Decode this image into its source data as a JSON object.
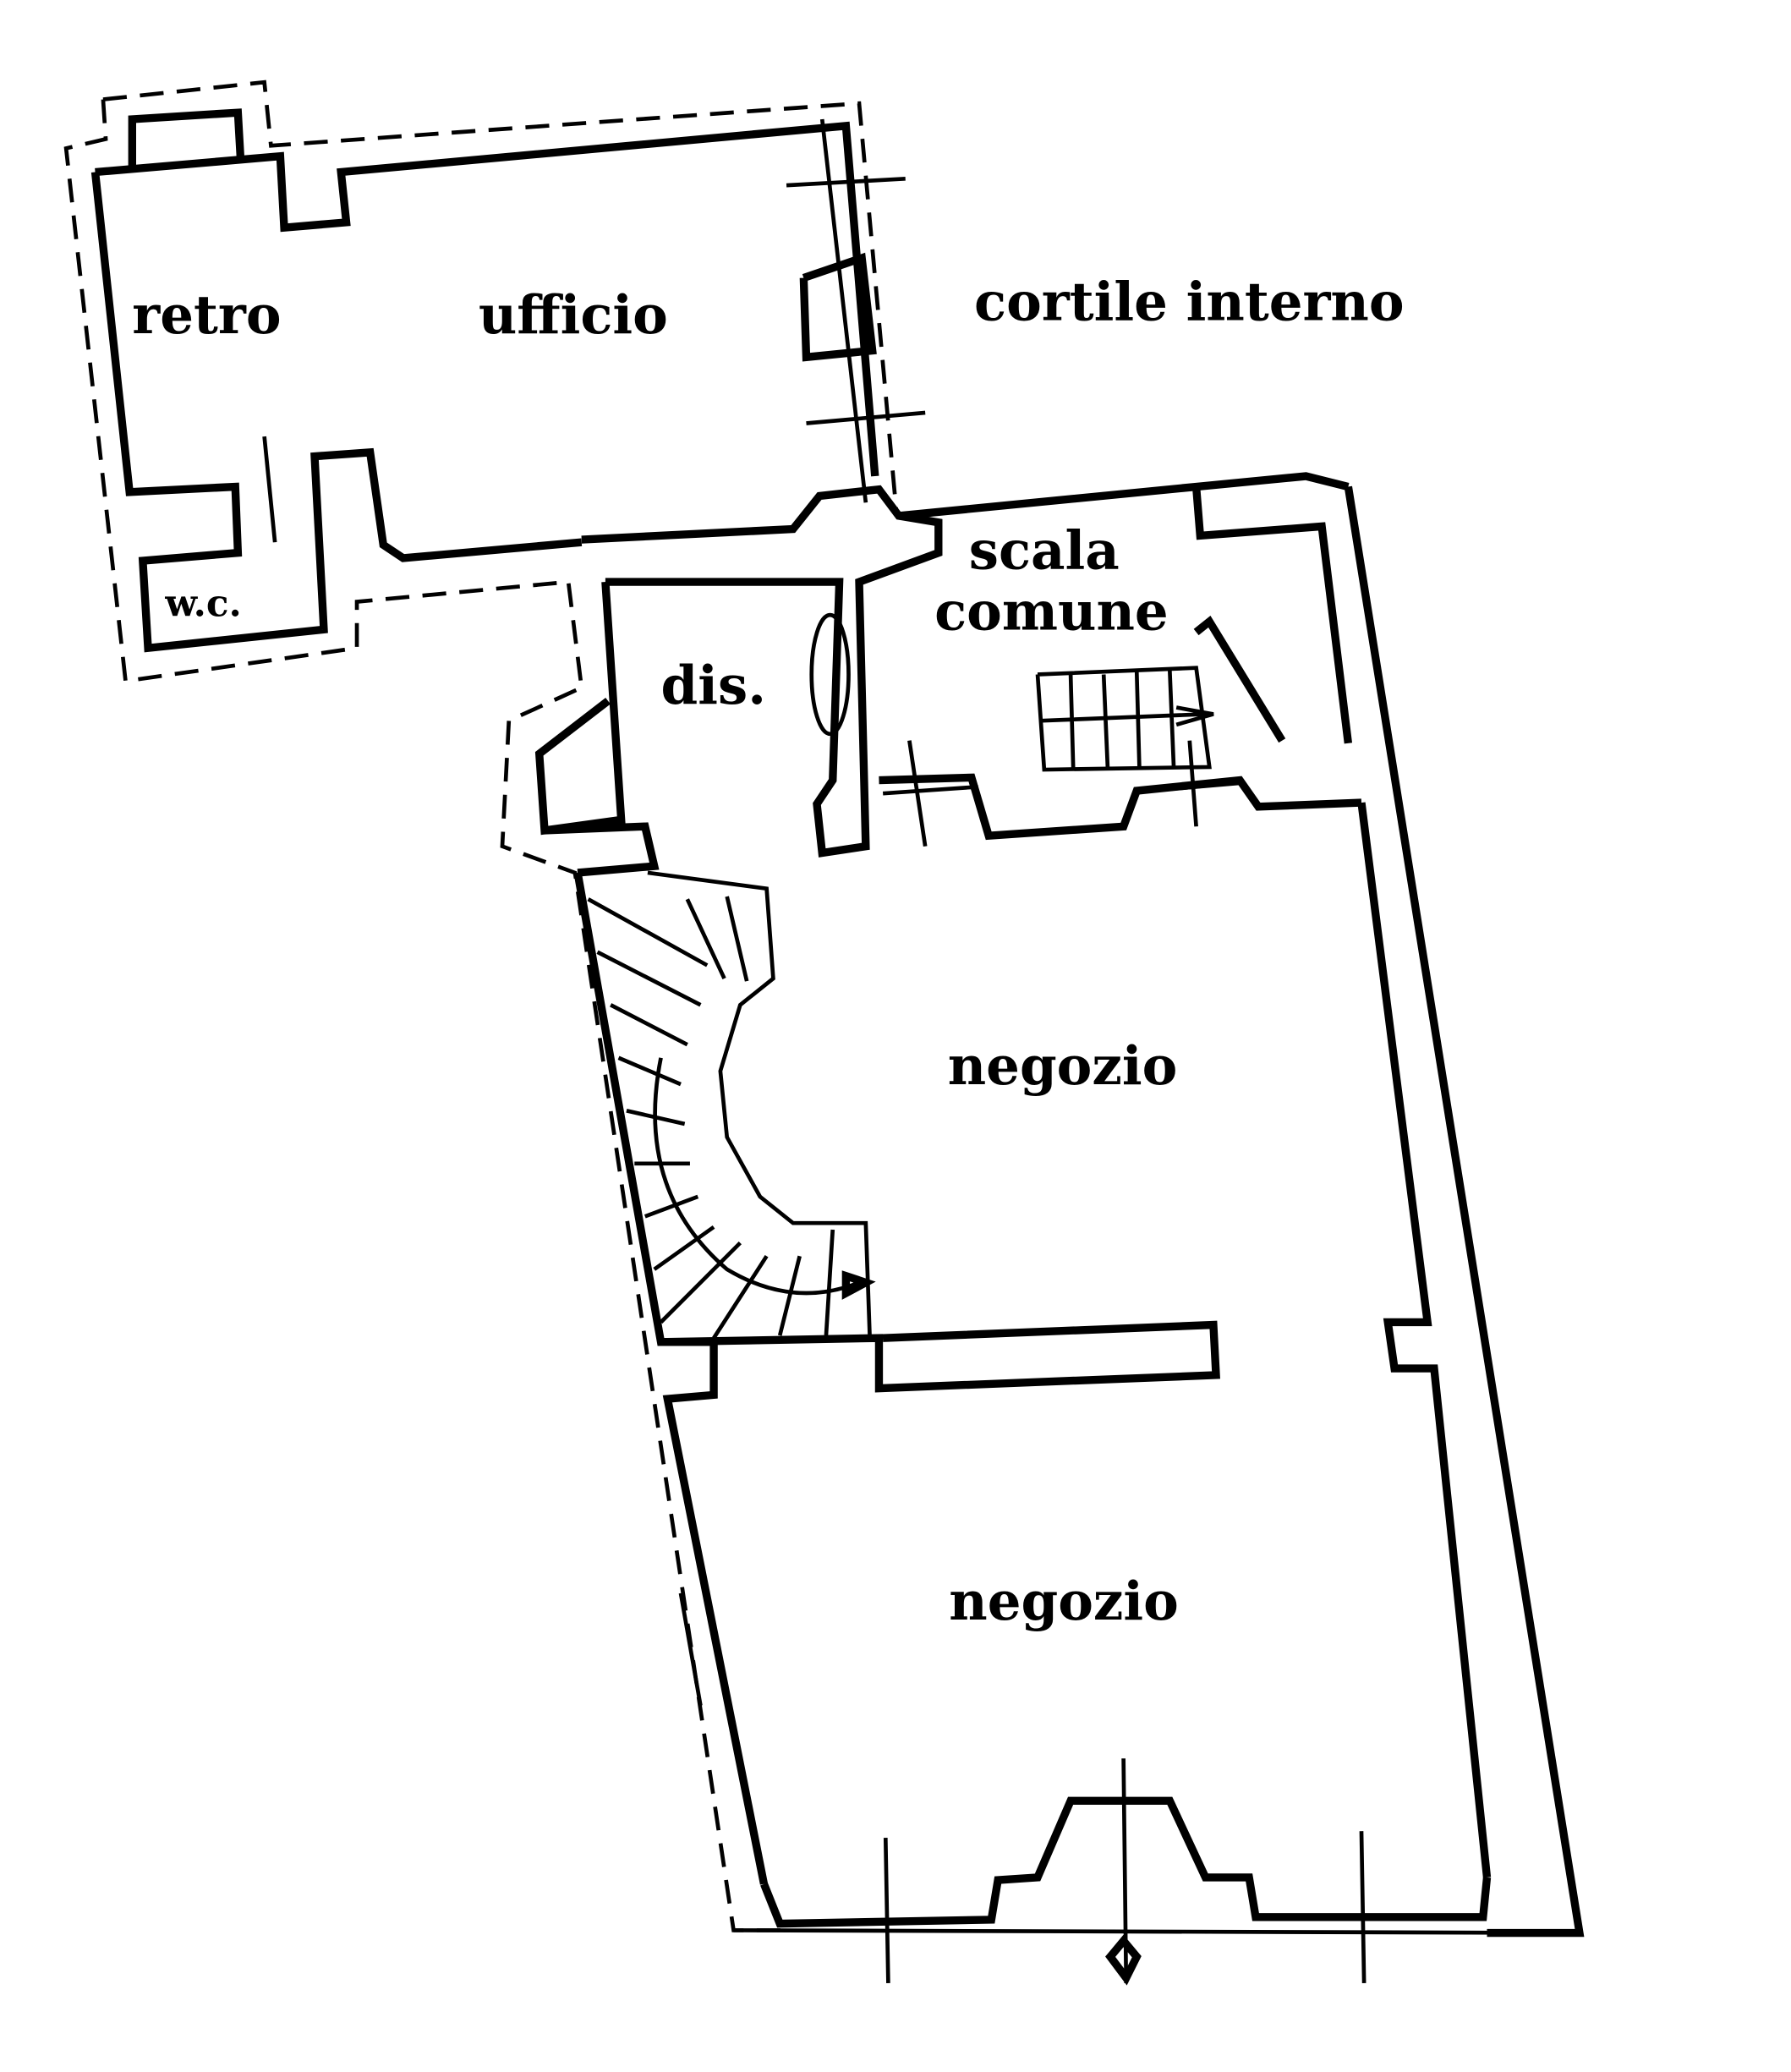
{
  "rooms": {
    "retro": "retro",
    "ufficio": "ufficio",
    "cortile": "cortile interno",
    "scala_line1": "scala",
    "scala_line2": "comune",
    "wc": "w.c.",
    "dis": "dis.",
    "negozio_upper": "negozio",
    "negozio_lower": "negozio"
  }
}
